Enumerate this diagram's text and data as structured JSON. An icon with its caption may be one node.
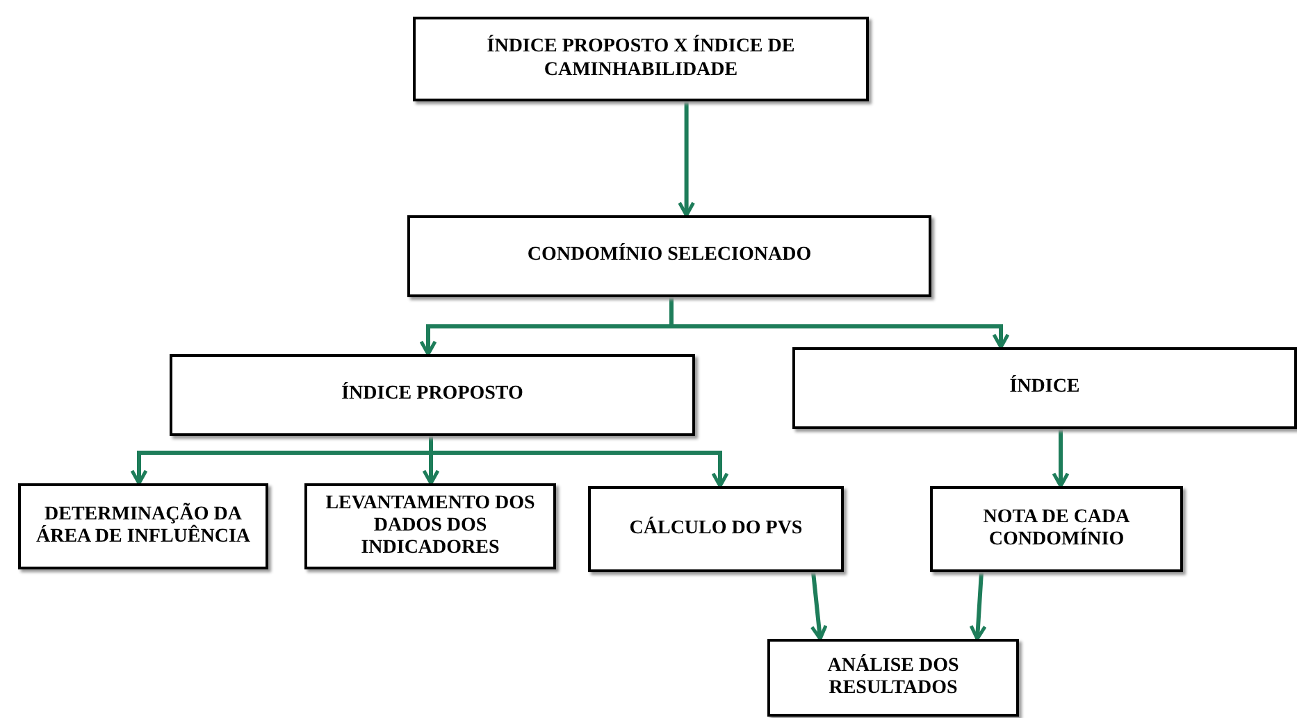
{
  "diagram": {
    "nodes": [
      {
        "text": [
          "ÍNDICE PROPOSTO X ÍNDICE DE CAMINHABILIDADE"
        ]
      },
      {
        "text": [
          "CONDOMÍNIO SELECIONADO"
        ]
      },
      {
        "text": [
          "ÍNDICE PROPOSTO"
        ]
      },
      {
        "text": [
          "ÍNDICE"
        ]
      },
      {
        "text": [
          "DETERMINAÇÃO DA ÁREA DE INFLUÊNCIA"
        ]
      },
      {
        "text": [
          "LEVANTAMENTO DOS DADOS DOS INDICADORES"
        ]
      },
      {
        "text": [
          "CÁLCULO DO PVS"
        ]
      },
      {
        "text": [
          "NOTA DE CADA CONDOMÍNIO"
        ]
      },
      {
        "text": [
          "ANÁLISE DOS RESULTADOS"
        ]
      }
    ],
    "edges": [
      {
        "from": 0,
        "to": 1,
        "arrow": "to"
      },
      {
        "from": 1,
        "to": 2,
        "arrow": "to"
      },
      {
        "from": 1,
        "to": 3,
        "arrow": "to"
      },
      {
        "from": 2,
        "to": 4,
        "arrow": "to"
      },
      {
        "from": 2,
        "to": 5,
        "arrow": "to"
      },
      {
        "from": 2,
        "to": 6,
        "arrow": "to"
      },
      {
        "from": 3,
        "to": 7,
        "arrow": "to"
      },
      {
        "from": 6,
        "to": 8,
        "arrow": "to"
      },
      {
        "from": 7,
        "to": 8,
        "arrow": "to"
      }
    ]
  }
}
